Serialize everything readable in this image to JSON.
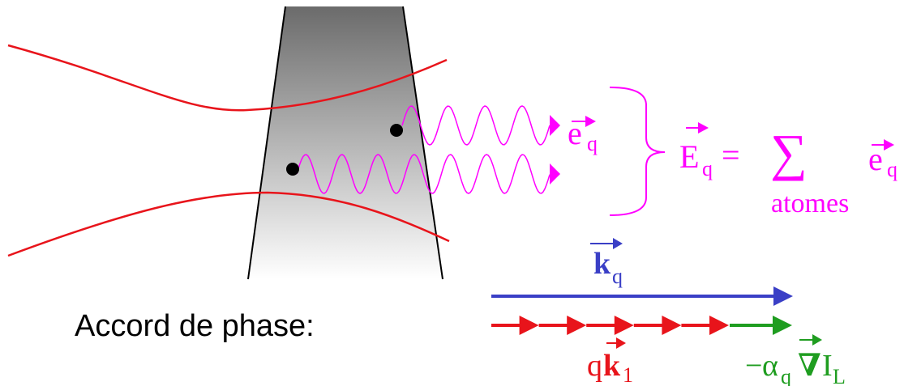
{
  "colors": {
    "beam": "#e8141b",
    "harmonic": "#ff00ff",
    "kq": "#3a3fc6",
    "k1": "#e8141b",
    "dipole": "#1f9d20",
    "atom": "#000000",
    "gas_top": "#6b6b6b",
    "gas_bottom": "#ffffff"
  },
  "labels": {
    "e_letter": "e",
    "e_sub": "q",
    "E_letter": "E",
    "E_sub": "q",
    "equals": "=",
    "sum": "∑",
    "sum_sub": "atomes",
    "sum_e": "e",
    "sum_e_sub": "q",
    "kq_letter": "k",
    "kq_sub": "q",
    "accord": "Accord de phase:",
    "k1_prefix": "q",
    "k1_letter": "k",
    "k1_sub": "1",
    "dip_minus": "−",
    "dip_alpha": "α",
    "dip_alpha_sub": "q",
    "dip_nabla": "∇",
    "dip_I": "I",
    "dip_I_sub": "L"
  },
  "icons": [
    "atom-dot",
    "vector-arrow",
    "curly-brace"
  ]
}
